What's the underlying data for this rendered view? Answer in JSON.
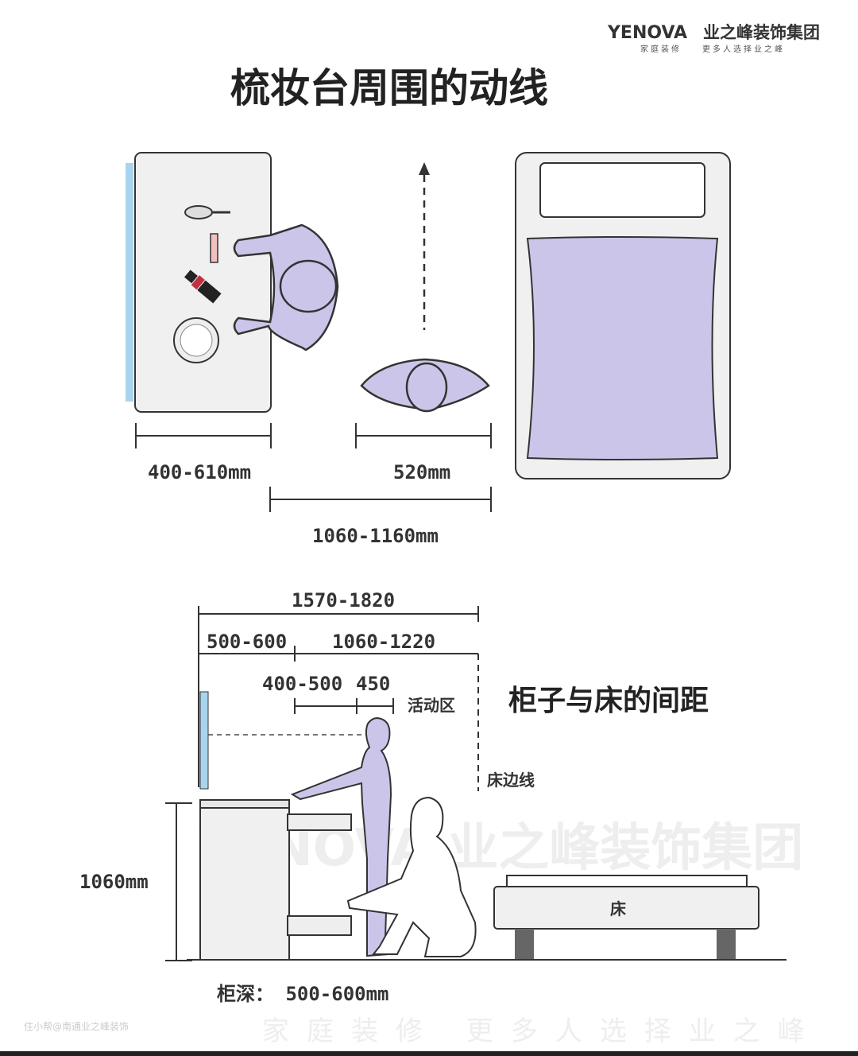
{
  "brand": {
    "name_en": "YENOVA",
    "name_cn": "业之峰装饰集团",
    "slogan_left": "家庭装修",
    "slogan_right": "更多人选择业之峰"
  },
  "title": "梳妆台周围的动线",
  "plan": {
    "dim_table": "400-610mm",
    "dim_person": "520mm",
    "dim_total": "1060-1160mm"
  },
  "watermark": {
    "line1": "YENOVA 业之峰装饰集团",
    "line2": "家庭装修 更多人选择业之峰",
    "credit": "住小帮@南通业之峰装饰"
  },
  "elevation": {
    "subtitle": "柜子与床的间距",
    "dim_total": "1570-1820",
    "dim_left": "500-600",
    "dim_right": "1060-1220",
    "dim_activity_a": "400-500",
    "dim_activity_b": "450",
    "activity_zone": "活动区",
    "bed_edge": "床边线",
    "height": "1060mm",
    "bed_label": "床",
    "cabinet_depth": "柜深： 500-600mm"
  },
  "colors": {
    "figure": "#cbc5e9",
    "mirror": "#a8d4ee",
    "outline": "#333333",
    "furniture": "#f0f0f0"
  }
}
